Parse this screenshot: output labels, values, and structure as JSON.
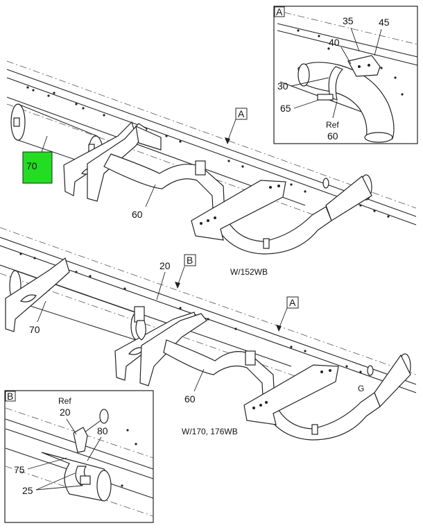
{
  "colors": {
    "highlight": "#22dd22",
    "ink": "#222222",
    "background": "#ffffff"
  },
  "views": {
    "upper": {
      "config_label": "W/152WB",
      "callouts": {
        "item_70": "70",
        "item_60": "60",
        "view_a": "A"
      }
    },
    "lower": {
      "config_label": "W/170, 176WB",
      "callouts": {
        "item_20": "20",
        "item_70": "70",
        "item_60": "60",
        "view_b": "B",
        "view_a": "A"
      }
    }
  },
  "detail_a": {
    "letter": "A",
    "callouts": {
      "c35": "35",
      "c45": "45",
      "c40": "40",
      "c30": "30",
      "c65": "65",
      "ref": "Ref",
      "c60": "60"
    }
  },
  "detail_b": {
    "letter": "B",
    "callouts": {
      "ref": "Ref",
      "c20": "20",
      "c80": "80",
      "c75": "75",
      "c25": "25"
    }
  },
  "misc": {
    "g_mark": "G"
  }
}
